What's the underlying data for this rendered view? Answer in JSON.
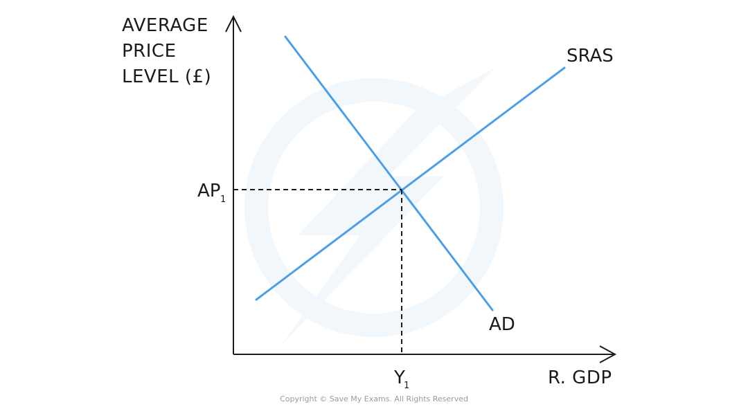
{
  "y_axis_title": [
    "AVERAGE",
    "PRICE",
    "LEVEL (£)"
  ],
  "x_axis_title": "R. GDP",
  "price_point": {
    "main": "AP",
    "sub": "1"
  },
  "output_point": {
    "main": "Y",
    "sub": "1"
  },
  "curves": {
    "sras": {
      "label": "SRAS",
      "color": "#4a9fe8"
    },
    "ad": {
      "label": "AD",
      "color": "#4a9fe8"
    }
  },
  "copyright": "Copyright © Save My Exams. All Rights Reserved",
  "colors": {
    "axis": "#1a1a1a",
    "curve": "#4a9fe8",
    "watermark": "#e6f1f8"
  }
}
